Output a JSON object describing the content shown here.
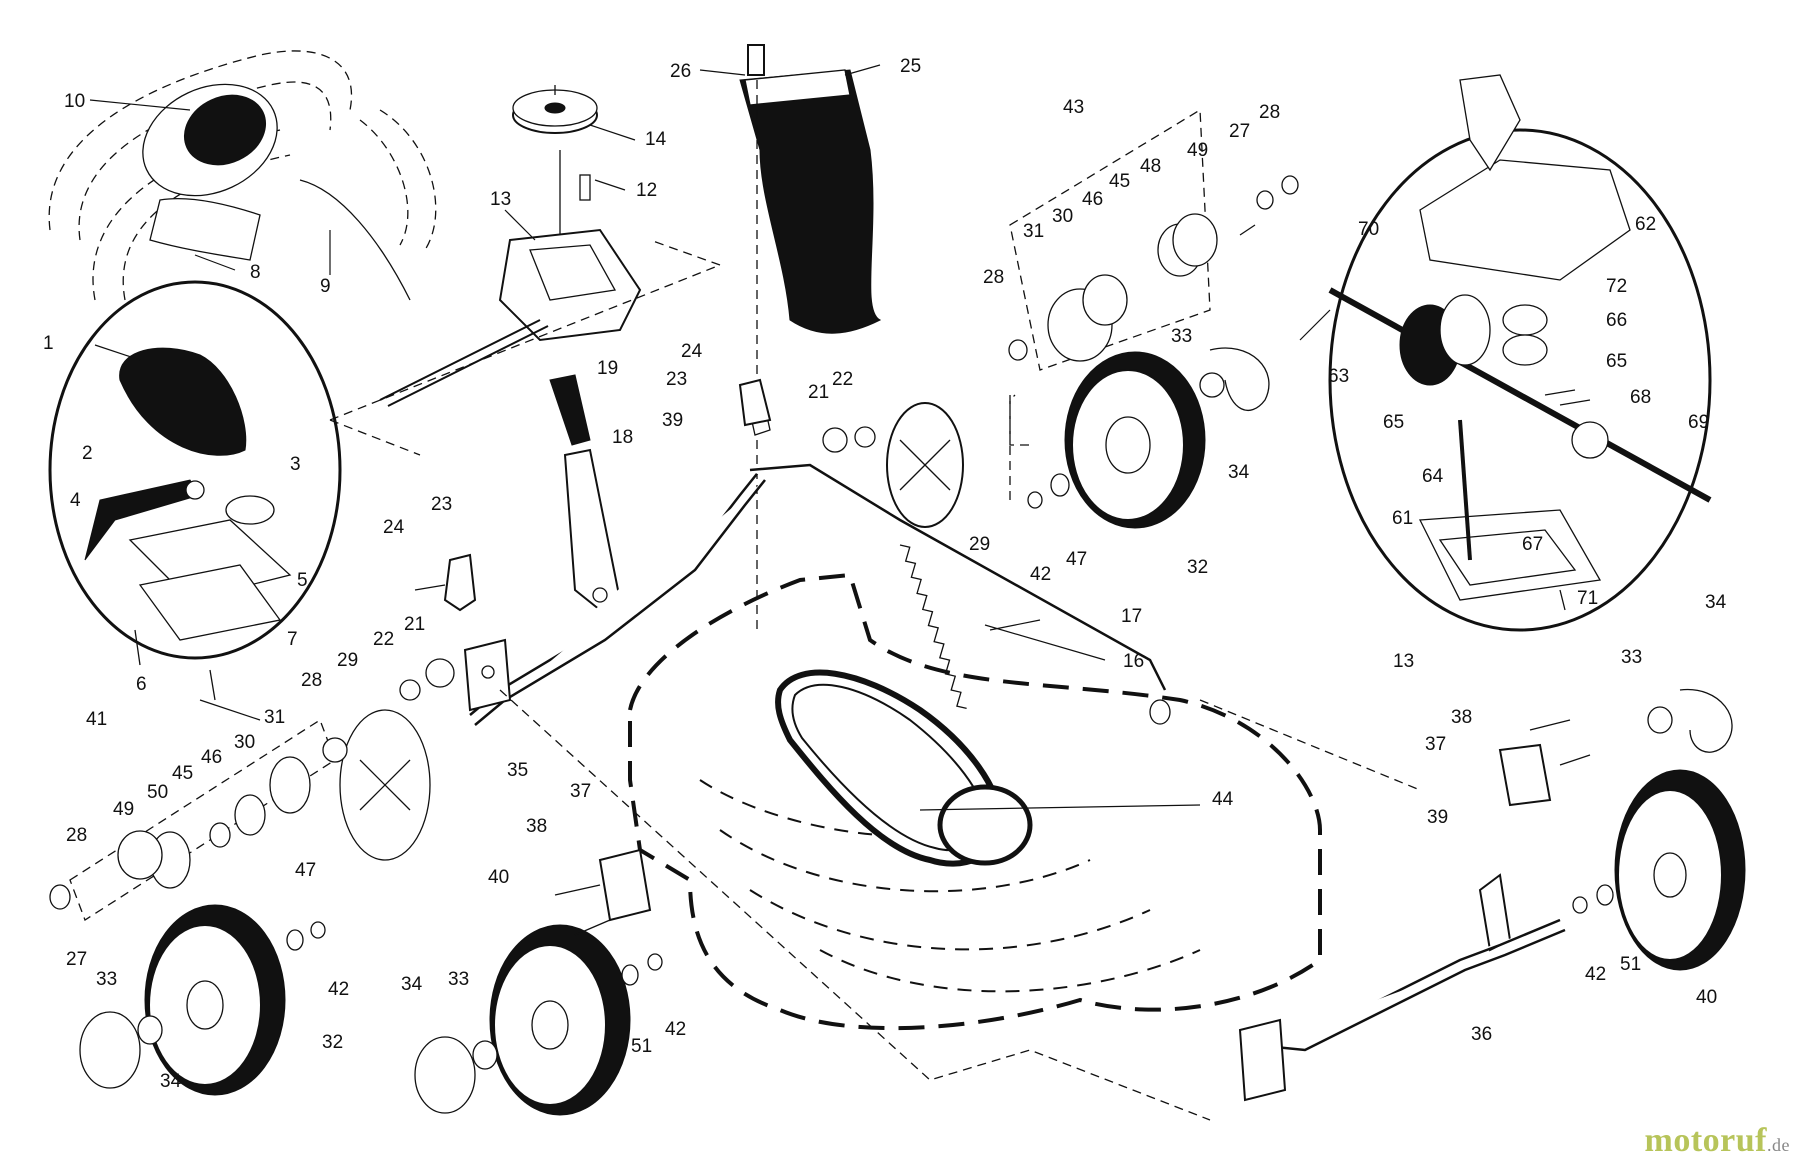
{
  "watermark": {
    "main": "motoruf",
    "suffix": ".de",
    "color": "#b7c45a"
  },
  "colors": {
    "ink": "#111111",
    "background": "#ffffff"
  },
  "labels": [
    {
      "id": "l10a",
      "text": "10"
    },
    {
      "id": "l8",
      "text": "8"
    },
    {
      "id": "l9",
      "text": "9"
    },
    {
      "id": "l14",
      "text": "14"
    },
    {
      "id": "l12",
      "text": "12"
    },
    {
      "id": "l13a",
      "text": "13"
    },
    {
      "id": "l26",
      "text": "26"
    },
    {
      "id": "l25",
      "text": "25"
    },
    {
      "id": "l43",
      "text": "43"
    },
    {
      "id": "l28a",
      "text": "28"
    },
    {
      "id": "l27a",
      "text": "27"
    },
    {
      "id": "l49a",
      "text": "49"
    },
    {
      "id": "l48",
      "text": "48"
    },
    {
      "id": "l45a",
      "text": "45"
    },
    {
      "id": "l46a",
      "text": "46"
    },
    {
      "id": "l30a",
      "text": "30"
    },
    {
      "id": "l31a",
      "text": "31"
    },
    {
      "id": "l28b",
      "text": "28"
    },
    {
      "id": "l62",
      "text": "62"
    },
    {
      "id": "l70",
      "text": "70"
    },
    {
      "id": "l72",
      "text": "72"
    },
    {
      "id": "l66",
      "text": "66"
    },
    {
      "id": "l65a",
      "text": "65"
    },
    {
      "id": "l63",
      "text": "63"
    },
    {
      "id": "l68",
      "text": "68"
    },
    {
      "id": "l65b",
      "text": "65"
    },
    {
      "id": "l69",
      "text": "69"
    },
    {
      "id": "l64",
      "text": "64"
    },
    {
      "id": "l61",
      "text": "61"
    },
    {
      "id": "l67",
      "text": "67"
    },
    {
      "id": "l71",
      "text": "71"
    },
    {
      "id": "l13b",
      "text": "13"
    },
    {
      "id": "l1",
      "text": "1"
    },
    {
      "id": "l2",
      "text": "2"
    },
    {
      "id": "l3",
      "text": "3"
    },
    {
      "id": "l4",
      "text": "4"
    },
    {
      "id": "l5",
      "text": "5"
    },
    {
      "id": "l7",
      "text": "7"
    },
    {
      "id": "l6",
      "text": "6"
    },
    {
      "id": "l19",
      "text": "19"
    },
    {
      "id": "l18",
      "text": "18"
    },
    {
      "id": "l24a",
      "text": "24"
    },
    {
      "id": "l23a",
      "text": "23"
    },
    {
      "id": "l22a",
      "text": "22"
    },
    {
      "id": "l21a",
      "text": "21"
    },
    {
      "id": "l39a",
      "text": "39"
    },
    {
      "id": "l29a",
      "text": "29"
    },
    {
      "id": "l33a",
      "text": "33"
    },
    {
      "id": "l34a",
      "text": "34"
    },
    {
      "id": "l42a",
      "text": "42"
    },
    {
      "id": "l47a",
      "text": "47"
    },
    {
      "id": "l32a",
      "text": "32"
    },
    {
      "id": "l17",
      "text": "17"
    },
    {
      "id": "l16",
      "text": "16"
    },
    {
      "id": "l23b",
      "text": "23"
    },
    {
      "id": "l24b",
      "text": "24"
    },
    {
      "id": "l22b",
      "text": "22"
    },
    {
      "id": "l21b",
      "text": "21"
    },
    {
      "id": "l28c",
      "text": "28"
    },
    {
      "id": "l29b",
      "text": "29"
    },
    {
      "id": "l35",
      "text": "35"
    },
    {
      "id": "l41",
      "text": "41"
    },
    {
      "id": "l31b",
      "text": "31"
    },
    {
      "id": "l30b",
      "text": "30"
    },
    {
      "id": "l46b",
      "text": "46"
    },
    {
      "id": "l45b",
      "text": "45"
    },
    {
      "id": "l50",
      "text": "50"
    },
    {
      "id": "l49b",
      "text": "49"
    },
    {
      "id": "l28d",
      "text": "28"
    },
    {
      "id": "l27b",
      "text": "27"
    },
    {
      "id": "l47b",
      "text": "47"
    },
    {
      "id": "l42b",
      "text": "42"
    },
    {
      "id": "l33b",
      "text": "33"
    },
    {
      "id": "l32b",
      "text": "32"
    },
    {
      "id": "l34b",
      "text": "34"
    },
    {
      "id": "l37a",
      "text": "37"
    },
    {
      "id": "l38a",
      "text": "38"
    },
    {
      "id": "l40a",
      "text": "40"
    },
    {
      "id": "l34c",
      "text": "34"
    },
    {
      "id": "l33c",
      "text": "33"
    },
    {
      "id": "l51a",
      "text": "51"
    },
    {
      "id": "l42c",
      "text": "42"
    },
    {
      "id": "l44",
      "text": "44"
    },
    {
      "id": "l34d",
      "text": "34"
    },
    {
      "id": "l33d",
      "text": "33"
    },
    {
      "id": "l38b",
      "text": "38"
    },
    {
      "id": "l37b",
      "text": "37"
    },
    {
      "id": "l39b",
      "text": "39"
    },
    {
      "id": "l36",
      "text": "36"
    },
    {
      "id": "l42d",
      "text": "42"
    },
    {
      "id": "l51b",
      "text": "51"
    },
    {
      "id": "l40b",
      "text": "40"
    }
  ]
}
